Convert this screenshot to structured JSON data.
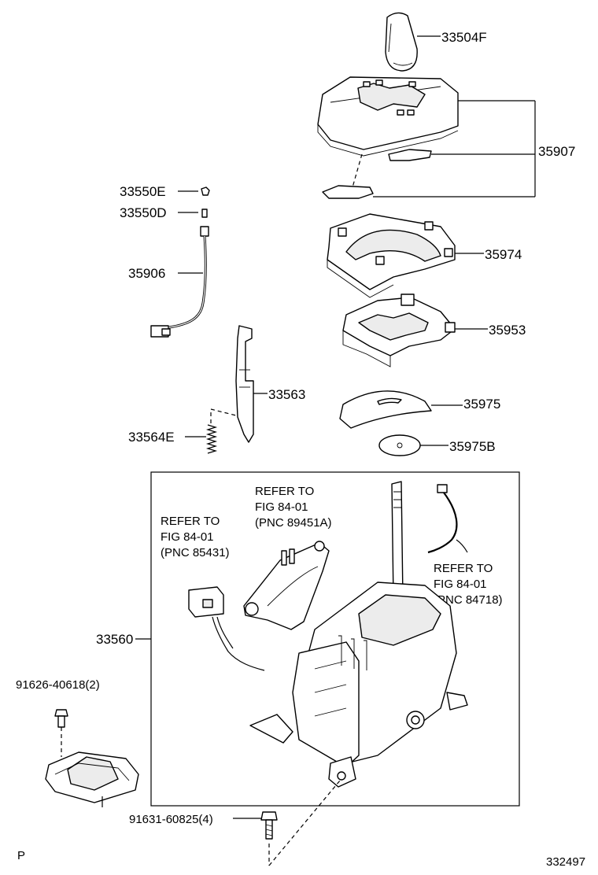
{
  "parts": {
    "p33504F": "33504F",
    "p35907": "35907",
    "p33550E": "33550E",
    "p33550D": "33550D",
    "p35974": "35974",
    "p35906": "35906",
    "p35953": "35953",
    "p33563": "33563",
    "p35975": "35975",
    "p33564E": "33564E",
    "p35975B": "35975B",
    "p33560": "33560",
    "p91626": "91626-40618(2)",
    "p91631": "91631-60825(4)"
  },
  "references": {
    "ref1": {
      "line1": "REFER TO",
      "line2": "FIG  84-01",
      "line3": "(PNC 85431)"
    },
    "ref2": {
      "line1": "REFER TO",
      "line2": "FIG  84-01",
      "line3": "(PNC 89451A)"
    },
    "ref3": {
      "line1": "REFER TO",
      "line2": "FIG  84-01",
      "line3": "(PNC 84718)"
    }
  },
  "corner": {
    "left": "P",
    "right": "332497"
  }
}
